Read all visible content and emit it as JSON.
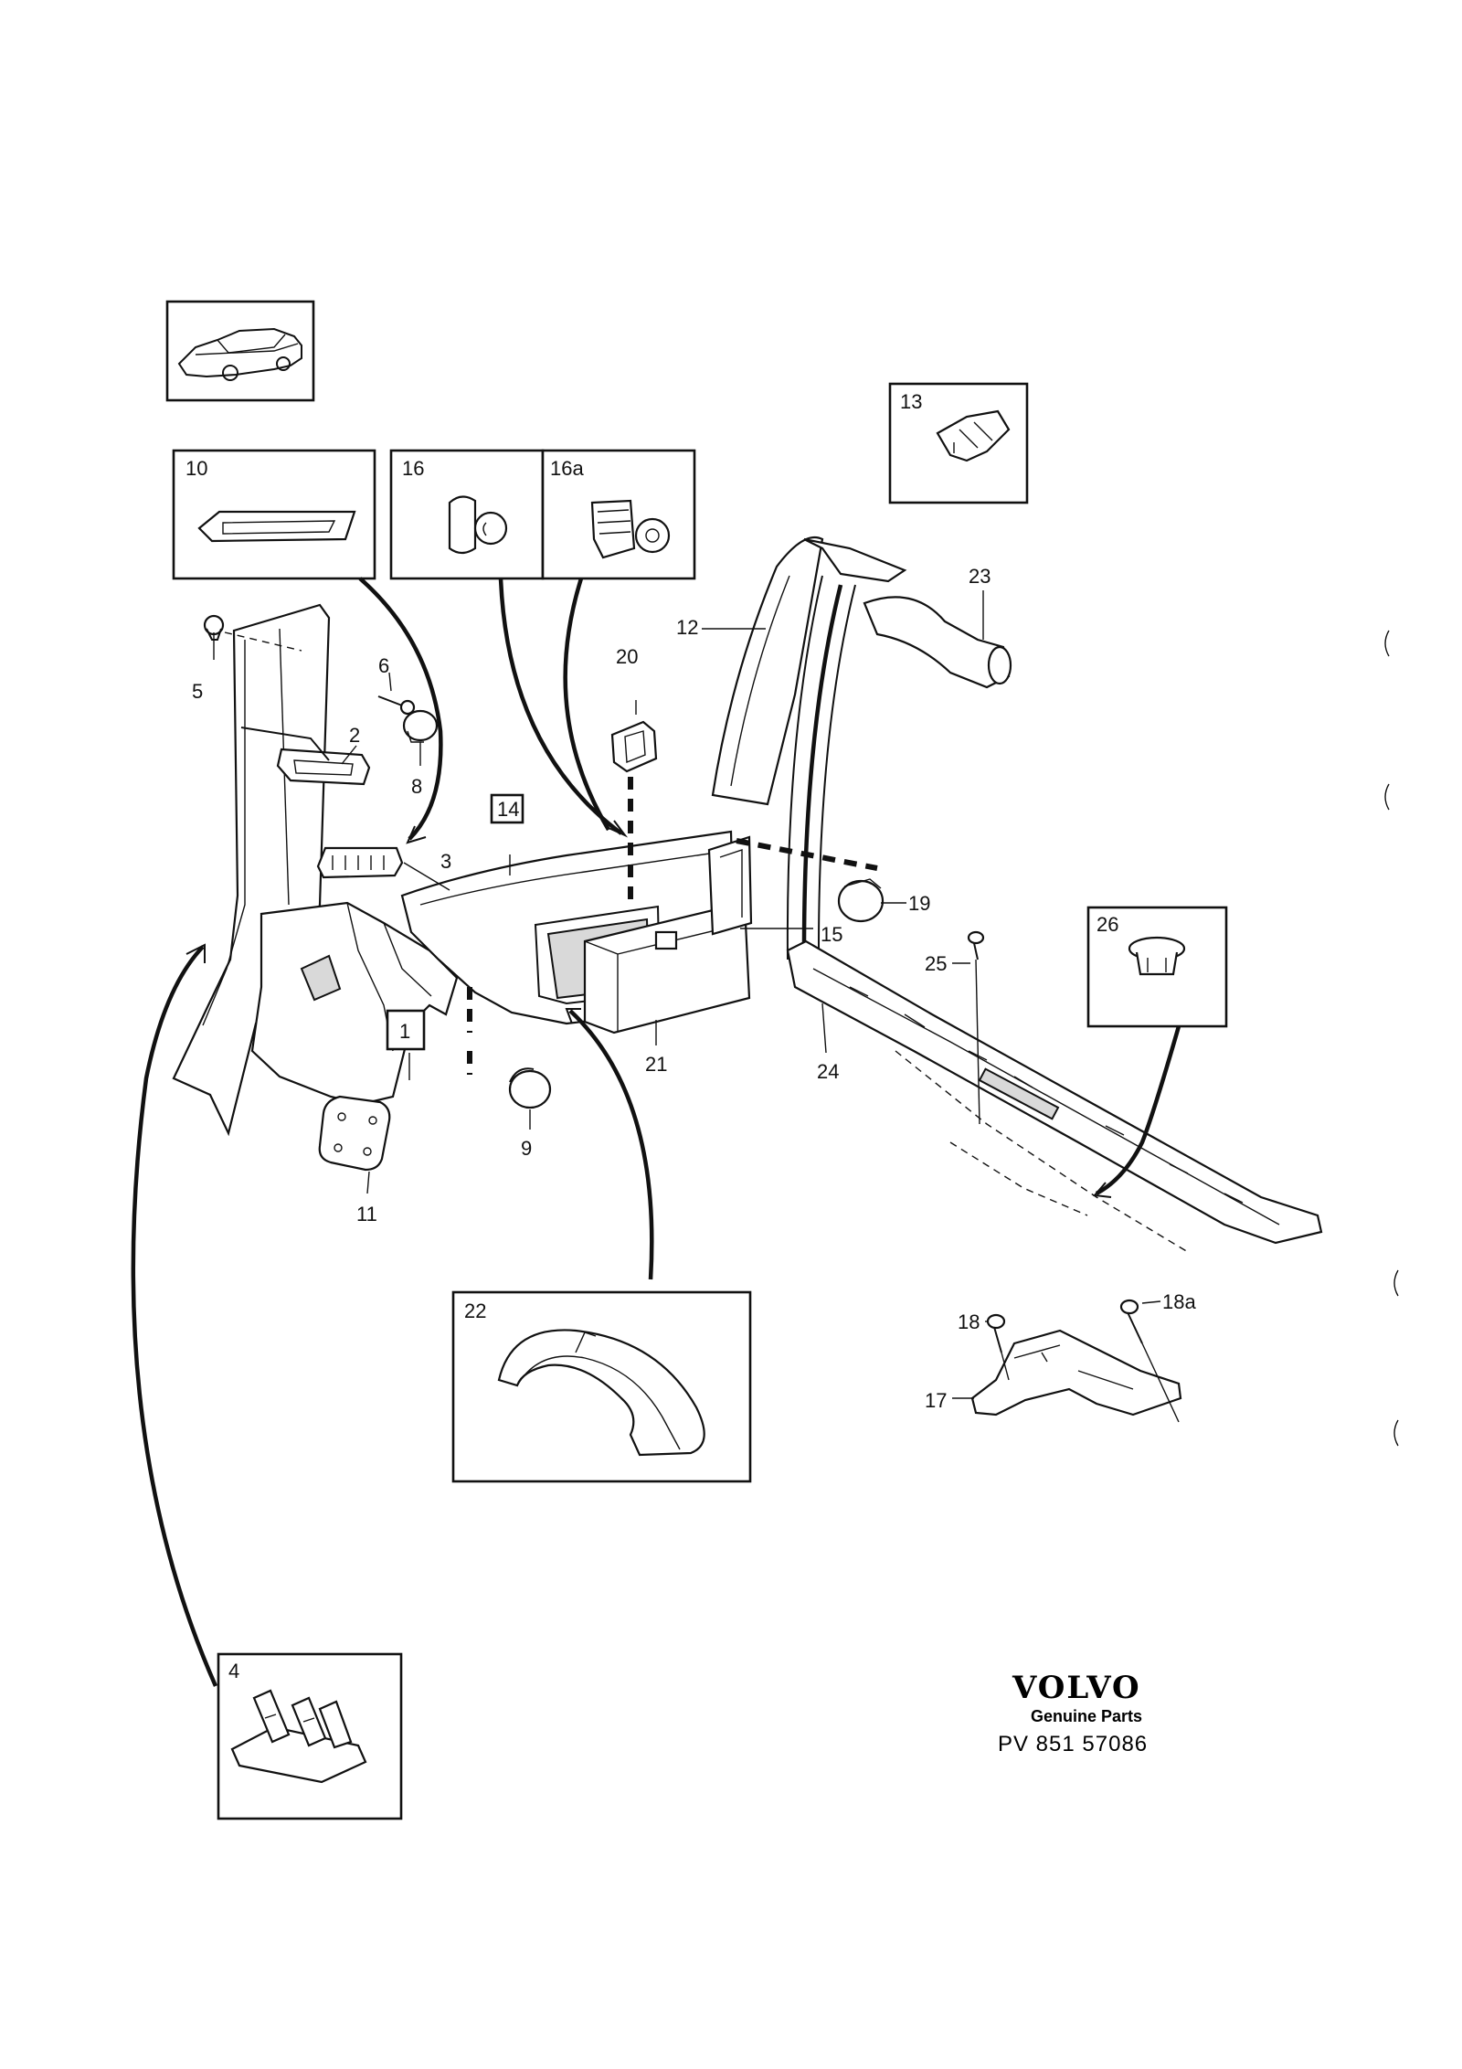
{
  "brand": {
    "name": "VOLVO",
    "subtitle": "Genuine Parts",
    "code": "PV 851 57086"
  },
  "inset_labels": {
    "box10": "10",
    "box16": "16",
    "box16a": "16a",
    "box13": "13",
    "box26": "26",
    "box22": "22",
    "box4": "4"
  },
  "boxed_callouts": {
    "c14": "14",
    "c1": "1"
  },
  "callouts": {
    "c2": "2",
    "c3": "3",
    "c5": "5",
    "c6": "6",
    "c8": "8",
    "c9": "9",
    "c11": "11",
    "c12": "12",
    "c15": "15",
    "c17": "17",
    "c18": "18",
    "c18a": "18a",
    "c19": "19",
    "c20": "20",
    "c21": "21",
    "c23": "23",
    "c24": "24",
    "c25": "25"
  }
}
